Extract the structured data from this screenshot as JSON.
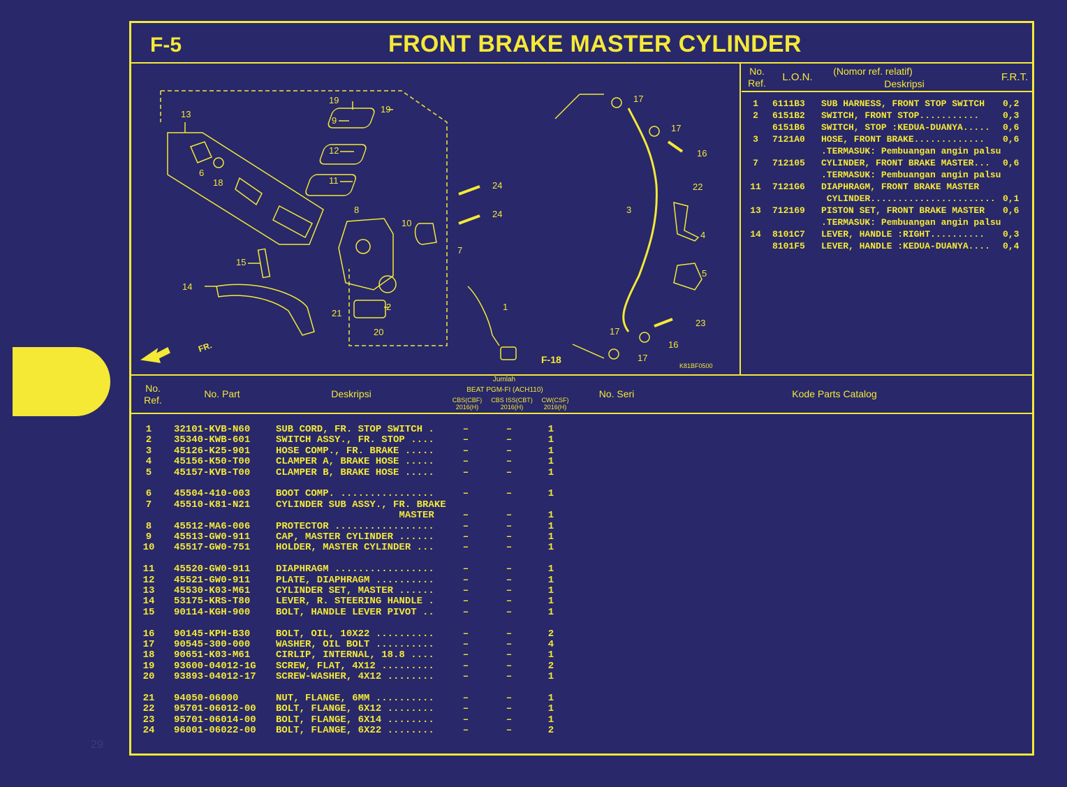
{
  "header": {
    "code": "F-5",
    "title": "FRONT BRAKE MASTER CYLINDER"
  },
  "side_tab": {
    "color": "#f5e936"
  },
  "colors": {
    "background": "#28286a",
    "accent": "#f5e936"
  },
  "ref_table": {
    "headers": {
      "no_ref": "No.\nRef.",
      "lon": "L.O.N.",
      "desc_top": "(Nomor ref. relatif)",
      "desc": "Deskripsi",
      "frt": "F.R.T."
    },
    "rows": [
      {
        "ref": "1",
        "lon": "6111B3",
        "desc": "SUB HARNESS, FRONT STOP SWITCH",
        "frt": "0,2"
      },
      {
        "ref": "2",
        "lon": "6151B2",
        "desc": "SWITCH, FRONT STOP...........",
        "frt": "0,3"
      },
      {
        "ref": "",
        "lon": "6151B6",
        "desc": "SWITCH, STOP :KEDUA-DUANYA.....",
        "frt": "0,6"
      },
      {
        "ref": "3",
        "lon": "7121A0",
        "desc": "HOSE, FRONT BRAKE.............",
        "frt": "0,6"
      },
      {
        "ref": "",
        "lon": "",
        "desc": ".TERMASUK: Pembuangan angin palsu",
        "frt": ""
      },
      {
        "ref": "7",
        "lon": "712105",
        "desc": "CYLINDER, FRONT BRAKE MASTER...",
        "frt": "0,6"
      },
      {
        "ref": "",
        "lon": "",
        "desc": ".TERMASUK: Pembuangan angin palsu",
        "frt": ""
      },
      {
        "ref": "11",
        "lon": "7121G6",
        "desc": "DIAPHRAGM, FRONT BRAKE MASTER",
        "frt": ""
      },
      {
        "ref": "",
        "lon": "",
        "desc": " CYLINDER.......................",
        "frt": "0,1"
      },
      {
        "ref": "13",
        "lon": "712169",
        "desc": "PISTON SET, FRONT BRAKE MASTER",
        "frt": "0,6"
      },
      {
        "ref": "",
        "lon": "",
        "desc": ".TERMASUK: Pembuangan angin palsu",
        "frt": ""
      },
      {
        "ref": "14",
        "lon": "8101C7",
        "desc": "LEVER, HANDLE :RIGHT..........",
        "frt": "0,3"
      },
      {
        "ref": "",
        "lon": "8101F5",
        "desc": "LEVER, HANDLE :KEDUA-DUANYA....",
        "frt": "0,4"
      }
    ]
  },
  "diagram": {
    "code": "K81BF0500",
    "fr_label": "FR.",
    "ref_label": "F-18",
    "callouts": [
      "13",
      "6",
      "18",
      "19",
      "9",
      "19",
      "12",
      "11",
      "8",
      "10",
      "7",
      "15",
      "14",
      "21",
      "2",
      "20",
      "24",
      "24",
      "1",
      "17",
      "17",
      "16",
      "3",
      "22",
      "4",
      "5",
      "23",
      "17",
      "16",
      "17"
    ]
  },
  "parts_table": {
    "headers": {
      "no_ref": "No.\nRef.",
      "no_part": "No. Part",
      "desc": "Deskripsi",
      "jumlah": "Jumlah",
      "model": "BEAT PGM-FI (ACH110)",
      "col1": "CBS(CBF)\n2016(H)",
      "col2": "CBS ISS(CBT)\n2016(H)",
      "col3": "CW(CSF)\n2016(H)",
      "no_seri": "No. Seri",
      "catalog": "Kode Parts Catalog"
    },
    "rows": [
      {
        "ref": "1",
        "part": "32101-KVB-N60",
        "desc": "SUB CORD, FR. STOP SWITCH .",
        "c1": "–",
        "c2": "–",
        "c3": "1"
      },
      {
        "ref": "2",
        "part": "35340-KWB-601",
        "desc": "SWITCH ASSY., FR. STOP ....",
        "c1": "–",
        "c2": "–",
        "c3": "1"
      },
      {
        "ref": "3",
        "part": "45126-K25-901",
        "desc": "HOSE COMP., FR. BRAKE .....",
        "c1": "–",
        "c2": "–",
        "c3": "1"
      },
      {
        "ref": "4",
        "part": "45156-K50-T00",
        "desc": "CLAMPER A, BRAKE HOSE .....",
        "c1": "–",
        "c2": "–",
        "c3": "1"
      },
      {
        "ref": "5",
        "part": "45157-KVB-T00",
        "desc": "CLAMPER B, BRAKE HOSE .....",
        "c1": "–",
        "c2": "–",
        "c3": "1"
      },
      {
        "ref": "6",
        "part": "45504-410-003",
        "desc": "BOOT COMP. ................",
        "c1": "–",
        "c2": "–",
        "c3": "1"
      },
      {
        "ref": "7",
        "part": "45510-K81-N21",
        "desc": "CYLINDER SUB ASSY., FR. BRAKE",
        "c1": "",
        "c2": "",
        "c3": ""
      },
      {
        "ref": "",
        "part": "",
        "desc": "                     MASTER",
        "c1": "–",
        "c2": "–",
        "c3": "1"
      },
      {
        "ref": "8",
        "part": "45512-MA6-006",
        "desc": "PROTECTOR .................",
        "c1": "–",
        "c2": "–",
        "c3": "1"
      },
      {
        "ref": "9",
        "part": "45513-GW0-911",
        "desc": "CAP, MASTER CYLINDER ......",
        "c1": "–",
        "c2": "–",
        "c3": "1"
      },
      {
        "ref": "10",
        "part": "45517-GW0-751",
        "desc": "HOLDER, MASTER CYLINDER ...",
        "c1": "–",
        "c2": "–",
        "c3": "1"
      },
      {
        "ref": "11",
        "part": "45520-GW0-911",
        "desc": "DIAPHRAGM .................",
        "c1": "–",
        "c2": "–",
        "c3": "1"
      },
      {
        "ref": "12",
        "part": "45521-GW0-911",
        "desc": "PLATE, DIAPHRAGM ..........",
        "c1": "–",
        "c2": "–",
        "c3": "1"
      },
      {
        "ref": "13",
        "part": "45530-K03-M61",
        "desc": "CYLINDER SET, MASTER ......",
        "c1": "–",
        "c2": "–",
        "c3": "1"
      },
      {
        "ref": "14",
        "part": "53175-KRS-T80",
        "desc": "LEVER, R. STEERING HANDLE .",
        "c1": "–",
        "c2": "–",
        "c3": "1"
      },
      {
        "ref": "15",
        "part": "90114-KGH-900",
        "desc": "BOLT, HANDLE LEVER PIVOT ..",
        "c1": "–",
        "c2": "–",
        "c3": "1"
      },
      {
        "ref": "16",
        "part": "90145-KPH-B30",
        "desc": "BOLT, OIL, 10X22 ..........",
        "c1": "–",
        "c2": "–",
        "c3": "2"
      },
      {
        "ref": "17",
        "part": "90545-300-000",
        "desc": "WASHER, OIL BOLT ..........",
        "c1": "–",
        "c2": "–",
        "c3": "4"
      },
      {
        "ref": "18",
        "part": "90651-K03-M61",
        "desc": "CIRLIP, INTERNAL, 18.8 ....",
        "c1": "–",
        "c2": "–",
        "c3": "1"
      },
      {
        "ref": "19",
        "part": "93600-04012-1G",
        "desc": "SCREW, FLAT, 4X12 .........",
        "c1": "–",
        "c2": "–",
        "c3": "2"
      },
      {
        "ref": "20",
        "part": "93893-04012-17",
        "desc": "SCREW-WASHER, 4X12 ........",
        "c1": "–",
        "c2": "–",
        "c3": "1"
      },
      {
        "ref": "21",
        "part": "94050-06000",
        "desc": "NUT, FLANGE, 6MM ..........",
        "c1": "–",
        "c2": "–",
        "c3": "1"
      },
      {
        "ref": "22",
        "part": "95701-06012-00",
        "desc": "BOLT, FLANGE, 6X12 ........",
        "c1": "–",
        "c2": "–",
        "c3": "1"
      },
      {
        "ref": "23",
        "part": "95701-06014-00",
        "desc": "BOLT, FLANGE, 6X14 ........",
        "c1": "–",
        "c2": "–",
        "c3": "1"
      },
      {
        "ref": "24",
        "part": "96001-06022-00",
        "desc": "BOLT, FLANGE, 6X22 ........",
        "c1": "–",
        "c2": "–",
        "c3": "2"
      }
    ]
  },
  "page_number": "29"
}
